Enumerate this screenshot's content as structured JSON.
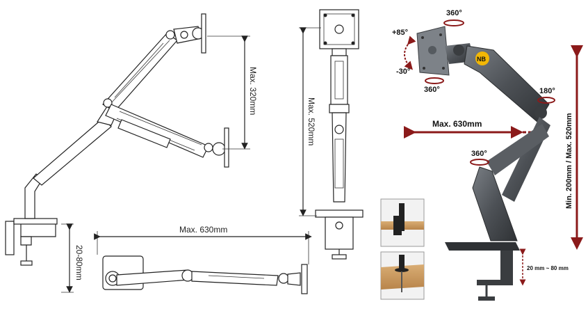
{
  "side_view": {
    "dim_height": "Max. 320mm",
    "dim_reach": "Max. 630mm",
    "dim_clamp": "20-80mm"
  },
  "front_view": {
    "dim_height": "Max. 520mm"
  },
  "photo_view": {
    "rot_top": "360°",
    "tilt_up": "+85°",
    "tilt_down": "-30°",
    "rot_plate": "360°",
    "rot_joint": "180°",
    "dim_reach": "Max. 630mm",
    "rot_base": "360°",
    "dim_height": "Min. 200mm / Max. 520mm",
    "dim_clamp": "20 mm ~ 80 mm",
    "badge": "NB"
  },
  "colors": {
    "arrow_red": "#8b1a1a",
    "arm_gray": "#5a5e63",
    "accent_yellow": "#f2b705",
    "wood": "#c89a62"
  }
}
